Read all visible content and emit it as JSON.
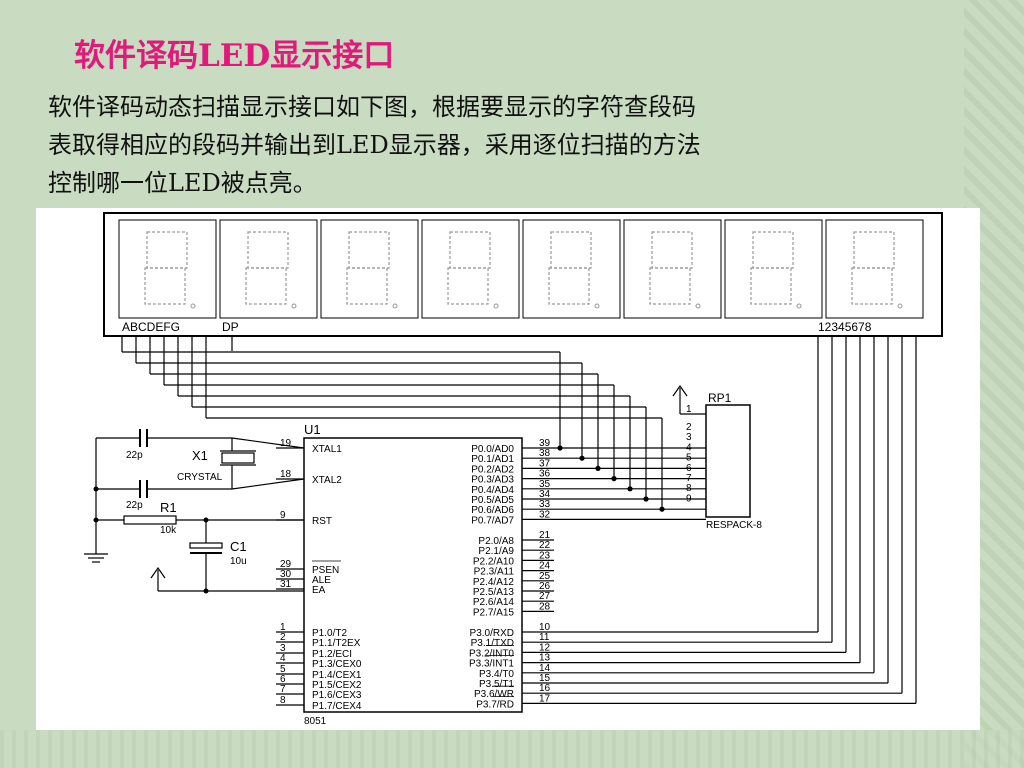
{
  "slide": {
    "title": "软件译码LED显示接口",
    "description_lines": [
      "软件译码动态扫描显示接口如下图，根据要显示的字符查段码",
      "表取得相应的段码并输出到LED显示器，采用逐位扫描的方法",
      "控制哪一位LED被点亮。"
    ]
  },
  "schematic": {
    "display": {
      "digit_count": 8,
      "segment_label": "ABCDEFG",
      "dp_label": "DP",
      "digit_select_label": "12345678"
    },
    "mcu": {
      "ref": "U1",
      "part": "8051",
      "left_pins": [
        {
          "num": "19",
          "name": "XTAL1"
        },
        {
          "num": "18",
          "name": "XTAL2"
        },
        {
          "num": "9",
          "name": "RST"
        },
        {
          "num": "29",
          "name": "PSEN"
        },
        {
          "num": "30",
          "name": "ALE"
        },
        {
          "num": "31",
          "name": "EA"
        },
        {
          "num": "1",
          "name": "P1.0/T2"
        },
        {
          "num": "2",
          "name": "P1.1/T2EX"
        },
        {
          "num": "3",
          "name": "P1.2/ECI"
        },
        {
          "num": "4",
          "name": "P1.3/CEX0"
        },
        {
          "num": "5",
          "name": "P1.4/CEX1"
        },
        {
          "num": "6",
          "name": "P1.5/CEX2"
        },
        {
          "num": "7",
          "name": "P1.6/CEX3"
        },
        {
          "num": "8",
          "name": "P1.7/CEX4"
        }
      ],
      "right_pins_p0": [
        {
          "num": "39",
          "name": "P0.0/AD0"
        },
        {
          "num": "38",
          "name": "P0.1/AD1"
        },
        {
          "num": "37",
          "name": "P0.2/AD2"
        },
        {
          "num": "36",
          "name": "P0.3/AD3"
        },
        {
          "num": "35",
          "name": "P0.4/AD4"
        },
        {
          "num": "34",
          "name": "P0.5/AD5"
        },
        {
          "num": "33",
          "name": "P0.6/AD6"
        },
        {
          "num": "32",
          "name": "P0.7/AD7"
        }
      ],
      "right_pins_p2": [
        {
          "num": "21",
          "name": "P2.0/A8"
        },
        {
          "num": "22",
          "name": "P2.1/A9"
        },
        {
          "num": "23",
          "name": "P2.2/A10"
        },
        {
          "num": "24",
          "name": "P2.3/A11"
        },
        {
          "num": "25",
          "name": "P2.4/A12"
        },
        {
          "num": "26",
          "name": "P2.5/A13"
        },
        {
          "num": "27",
          "name": "P2.6/A14"
        },
        {
          "num": "28",
          "name": "P2.7/A15"
        }
      ],
      "right_pins_p3": [
        {
          "num": "10",
          "name": "P3.0/RXD"
        },
        {
          "num": "11",
          "name": "P3.1/TXD"
        },
        {
          "num": "12",
          "name": "P3.2/INT0"
        },
        {
          "num": "13",
          "name": "P3.3/INT1"
        },
        {
          "num": "14",
          "name": "P3.4/T0"
        },
        {
          "num": "15",
          "name": "P3.5/T1"
        },
        {
          "num": "16",
          "name": "P3.6/WR"
        },
        {
          "num": "17",
          "name": "P3.7/RD"
        }
      ]
    },
    "rp1": {
      "ref": "RP1",
      "part": "RESPACK-8",
      "pins": [
        "1",
        "2",
        "3",
        "4",
        "5",
        "6",
        "7",
        "8",
        "9"
      ]
    },
    "crystal": {
      "ref": "X1",
      "part": "CRYSTAL"
    },
    "cap1": {
      "value": "22p"
    },
    "cap2": {
      "value": "22p"
    },
    "r1": {
      "ref": "R1",
      "value": "10k"
    },
    "c1": {
      "ref": "C1",
      "value": "10u"
    }
  },
  "colors": {
    "background": "#c9dcc2",
    "title": "#e0197a",
    "wire": "#000000",
    "panel": "#ffffff"
  }
}
